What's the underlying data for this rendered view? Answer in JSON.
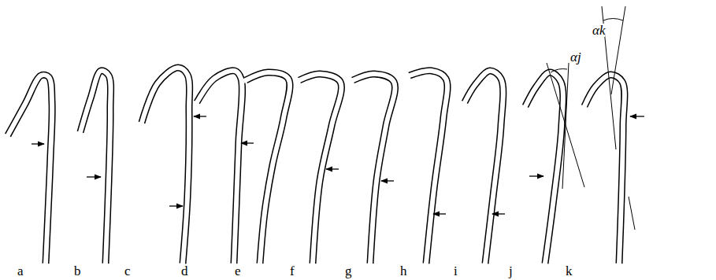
{
  "diagram": {
    "labels": [
      "a",
      "b",
      "c",
      "d",
      "e",
      "f",
      "g",
      "h",
      "i",
      "j",
      "k",
      "αj",
      "αk"
    ]
  }
}
